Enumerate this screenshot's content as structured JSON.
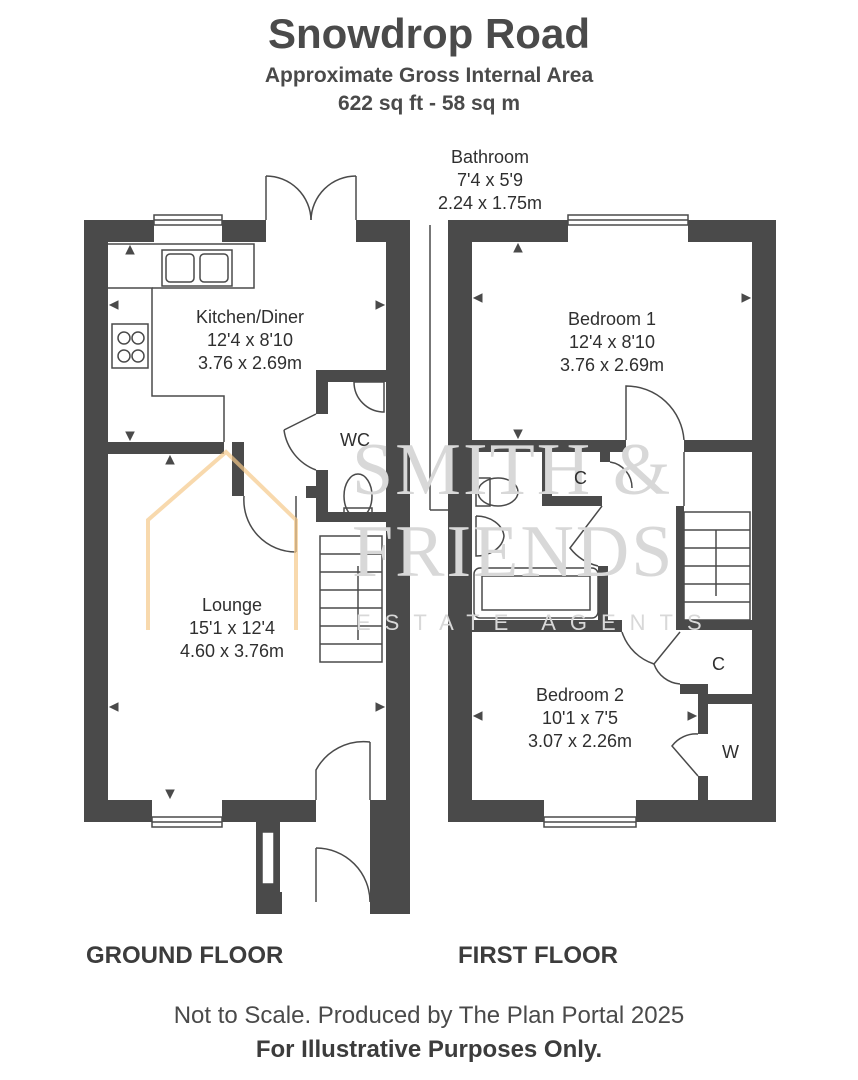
{
  "header": {
    "title": "Snowdrop Road",
    "subtitle": "Approximate Gross Internal Area",
    "area": "622 sq ft - 58 sq m"
  },
  "floors": {
    "ground_label": "GROUND FLOOR",
    "first_label": "FIRST FLOOR"
  },
  "rooms": {
    "kitchen": {
      "name": "Kitchen/Diner",
      "imperial": "12'4 x 8'10",
      "metric": "3.76 x 2.69m"
    },
    "lounge": {
      "name": "Lounge",
      "imperial": "15'1 x 12'4",
      "metric": "4.60 x 3.76m"
    },
    "wc": {
      "name": "WC"
    },
    "bathroom": {
      "name": "Bathroom",
      "imperial": "7'4 x 5'9",
      "metric": "2.24 x 1.75m"
    },
    "bedroom1": {
      "name": "Bedroom 1",
      "imperial": "12'4 x 8'10",
      "metric": "3.76 x 2.69m"
    },
    "bedroom2": {
      "name": "Bedroom 2",
      "imperial": "10'1 x 7'5",
      "metric": "3.07 x 2.26m"
    },
    "cupboard1": {
      "name": "C"
    },
    "cupboard2": {
      "name": "C"
    },
    "wardrobe": {
      "name": "W"
    }
  },
  "watermark": {
    "line1": "SMITH &",
    "line2": "FRIENDS",
    "line3": "ESTATE AGENTS"
  },
  "footer": {
    "line1": "Not to Scale. Produced by The Plan Portal 2025",
    "line2": "For Illustrative Purposes Only."
  },
  "colors": {
    "wall": "#4a4a4a",
    "watermark_accent": "#f5c98a",
    "watermark_text": "#d8d8d8"
  }
}
